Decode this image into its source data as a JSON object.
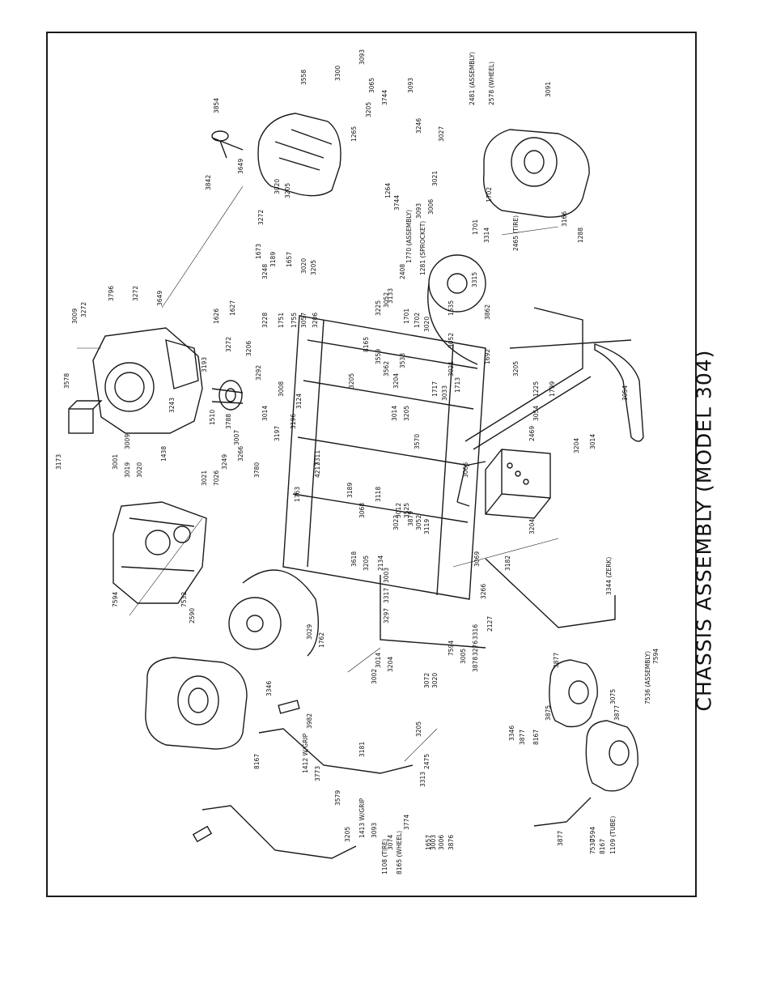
{
  "title": "CHASSIS ASSEMBLY (MODEL 304)",
  "labels": [
    "3009",
    "3272",
    "3796",
    "3272",
    "3649",
    "3578",
    "3173",
    "1438",
    "3009",
    "3001",
    "3019",
    "3020",
    "3243",
    "1510",
    "3788",
    "3007",
    "3266",
    "3249",
    "7026",
    "3021",
    "3780",
    "1626",
    "1627",
    "3272",
    "3206",
    "3193",
    "3292",
    "3008",
    "3014",
    "3197",
    "3196",
    "3124",
    "3228",
    "1751",
    "1755",
    "3057",
    "3206",
    "3248",
    "3189",
    "1657",
    "3020",
    "3205",
    "1673",
    "3272",
    "3842",
    "3649",
    "3854",
    "3558",
    "3020",
    "3205",
    "3300",
    "3093",
    "3065",
    "3744",
    "3093",
    "1265",
    "3205",
    "3246",
    "3027",
    "3021",
    "1264",
    "3744",
    "3093",
    "3006",
    "2481 (ASSEMBLY)",
    "2578 (WHEEL)",
    "3091",
    "2465 (TIRE)",
    "3166",
    "1288",
    "1702",
    "1701",
    "3314",
    "3315",
    "3862",
    "1535",
    "2408",
    "1770 (ASSEMBLY)",
    "1281 (SPROCKET)",
    "3225",
    "3133",
    "1701",
    "1702",
    "3020",
    "3052",
    "3021",
    "1713",
    "1717",
    "3033",
    "3052",
    "8165",
    "3559",
    "3205",
    "3562",
    "3204",
    "3014",
    "3205",
    "3533",
    "3570",
    "1692",
    "3205",
    "1225",
    "1799",
    "3054",
    "3054",
    "2469",
    "3204",
    "3014",
    "3066",
    "3204",
    "1763",
    "4217",
    "3311",
    "3189",
    "3068",
    "3118",
    "3012",
    "3022",
    "3525",
    "3879",
    "3052",
    "3119",
    "3069",
    "3182",
    "3344 (ZERK)",
    "7594",
    "7532",
    "2590",
    "3618",
    "3205",
    "2134",
    "3003",
    "3317",
    "3297",
    "3316",
    "2127",
    "3276",
    "3266",
    "3204",
    "3014",
    "3002",
    "3072",
    "3020",
    "3029",
    "1762",
    "7594",
    "3005",
    "3878",
    "3877",
    "7594",
    "7536 (ASSEMBLY)",
    "3075",
    "3877",
    "3346",
    "8167",
    "3877",
    "3875",
    "3346",
    "8167",
    "3982",
    "1412 W/GRIP",
    "3773",
    "3181",
    "3205",
    "2475",
    "3313",
    "3579",
    "3205",
    "1413 W/GRIP",
    "3093",
    "3074",
    "3774",
    "1657",
    "3003",
    "3006",
    "3876",
    "3877",
    "7594",
    "7530",
    "8167",
    "1109 (TUBE)",
    "1108 (TIRE)",
    "8165 (WHEEL)"
  ]
}
